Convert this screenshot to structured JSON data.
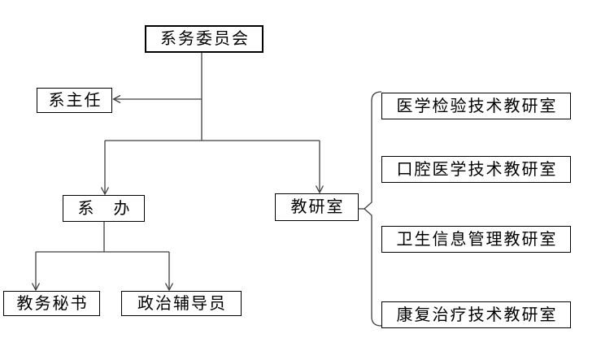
{
  "diagram": {
    "nodes": {
      "committee": {
        "label": "系务委员会"
      },
      "director": {
        "label": "系主任"
      },
      "office": {
        "label": "系　办"
      },
      "teaching": {
        "label": "教研室"
      },
      "secretary": {
        "label": "教务秘书"
      },
      "counselor": {
        "label": "政治辅导员"
      }
    },
    "rooms": [
      {
        "label": "医学检验技术教研室"
      },
      {
        "label": "口腔医学技术教研室"
      },
      {
        "label": "卫生信息管理教研室"
      },
      {
        "label": "康复治疗技术教研室"
      }
    ],
    "colors": {
      "background": "#ffffff",
      "box_border": "#000000",
      "line": "#3f3f3f",
      "text": "#000000"
    }
  }
}
